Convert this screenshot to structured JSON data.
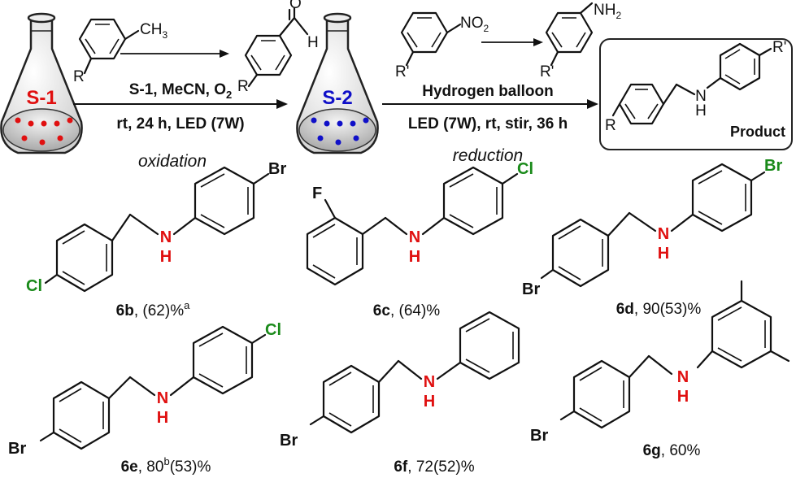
{
  "step1": {
    "catalyst": "S-1",
    "reactant_sub": "CH",
    "reactant_sub_idx": "3",
    "reactant_r": "R",
    "product_o": "O",
    "product_h": "H",
    "product_r": "R",
    "cond1_pre": "S-1, MeCN, O",
    "cond1_sub": "2",
    "cond2": "rt, 24 h, LED (7W)",
    "label": "oxidation"
  },
  "step2": {
    "catalyst": "S-2",
    "reactant_sub": "NO",
    "reactant_sub_idx": "2",
    "reactant_r": "R'",
    "product_sub": "NH",
    "product_sub_idx": "2",
    "product_r": "R'",
    "cond1": "Hydrogen balloon",
    "cond2": "LED (7W), rt, stir, 36 h",
    "label": "reduction"
  },
  "product_box": {
    "r_left": "R",
    "r_right": "R'",
    "nh_n": "N",
    "nh_h": "H",
    "title": "Product"
  },
  "compounds": [
    {
      "id": "6b",
      "x_left": "Cl",
      "x_right": "Br",
      "yield": ", (62)%",
      "sup": "a"
    },
    {
      "id": "6c",
      "x_ortho": "F",
      "x_right": "Cl",
      "yield": ", (64)%"
    },
    {
      "id": "6d",
      "x_left": "Br",
      "x_right": "Br",
      "yield": ", 90(53)%"
    },
    {
      "id": "6e",
      "x_left": "Br",
      "x_right": "Cl",
      "yield_pre": ", 80",
      "sup": "b",
      "yield_post": "(53)%"
    },
    {
      "id": "6f",
      "x_left": "Br",
      "yield": ", 72(52)%"
    },
    {
      "id": "6g",
      "x_left": "Br",
      "yield": ", 60%"
    }
  ],
  "nh": {
    "n": "N",
    "h": "H"
  },
  "colors": {
    "nitrogen": "#e01010",
    "halogen": "#1a8a1a",
    "catalyst1": "#e01010",
    "catalyst2": "#1010c8",
    "text": "#111111"
  }
}
